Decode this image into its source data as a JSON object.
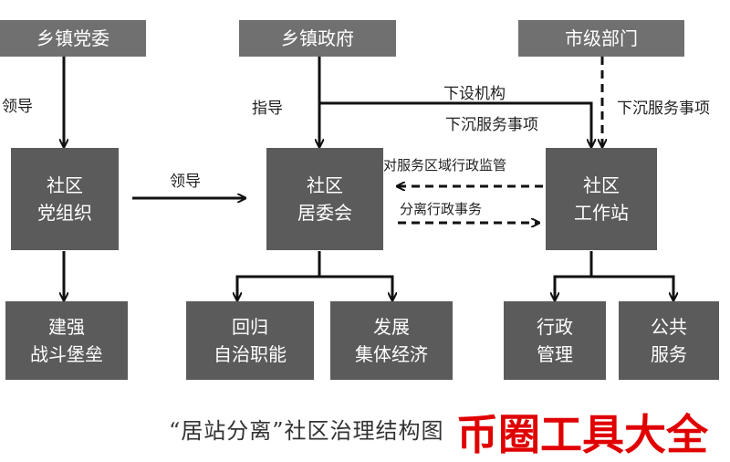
{
  "nodes": {
    "township_party": "乡镇党委",
    "township_gov": "乡镇政府",
    "city_dept": "市级部门",
    "party_org": [
      "社区",
      "党组织"
    ],
    "residents_committee": [
      "社区",
      "居委会"
    ],
    "workstation": [
      "社区",
      "工作站"
    ],
    "fortress": [
      "建强",
      "战斗堡垒"
    ],
    "autonomy": [
      "回归",
      "自治职能"
    ],
    "economy": [
      "发展",
      "集体经济"
    ],
    "admin": [
      "行政",
      "管理"
    ],
    "public_service": [
      "公共",
      "服务"
    ]
  },
  "labels": {
    "lead_top": "领导",
    "guide": "指导",
    "setup_agency": "下设机构",
    "sink_services_left": "下沉服务事项",
    "sink_services_right": "下沉服务事项",
    "lead_mid": "领导",
    "supervise": "对服务区域行政监管",
    "separate": "分离行政事务"
  },
  "caption": "“居站分离”社区治理结构图",
  "watermark": "币圈工具大全",
  "colors": {
    "box": "#5b5b5b",
    "top_box": "#707070",
    "line": "#111111",
    "watermark": "#e00000"
  }
}
